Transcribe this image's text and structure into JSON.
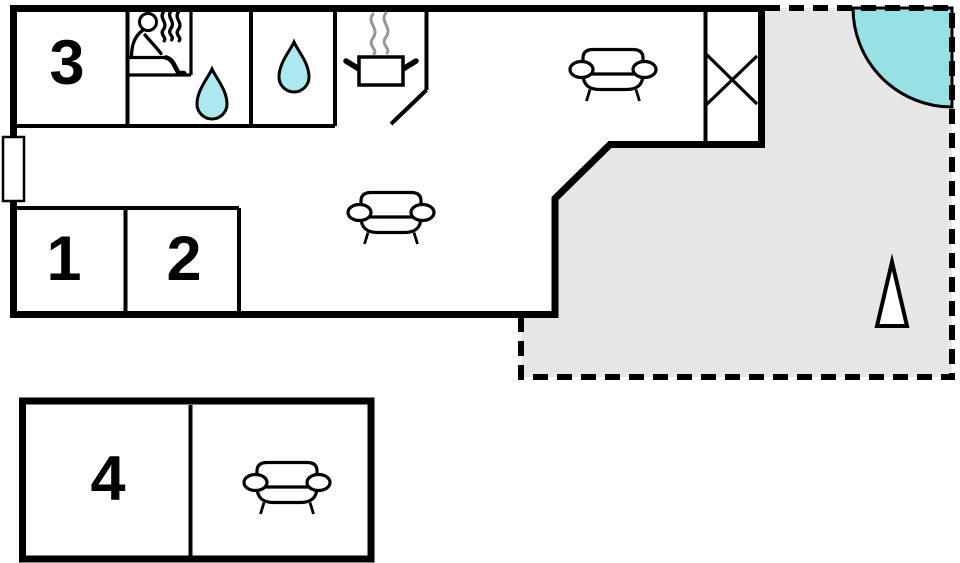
{
  "plan": {
    "type": "floor-plan",
    "rooms": [
      {
        "id": "room1",
        "label": "1"
      },
      {
        "id": "room2",
        "label": "2"
      },
      {
        "id": "room3",
        "label": "3"
      },
      {
        "id": "room4",
        "label": "4"
      }
    ],
    "colors": {
      "wall": "#000000",
      "background": "#ffffff",
      "terrace_fill": "#e6e6e6",
      "water_drop_fill": "#abe9ee",
      "door_swing_fill": "#97e1e5",
      "steam_gray": "#979797"
    },
    "icons": [
      "sauna-person",
      "water-drop",
      "cooking-pot",
      "sofa",
      "window-cross",
      "door-swing",
      "north-arrow"
    ]
  }
}
